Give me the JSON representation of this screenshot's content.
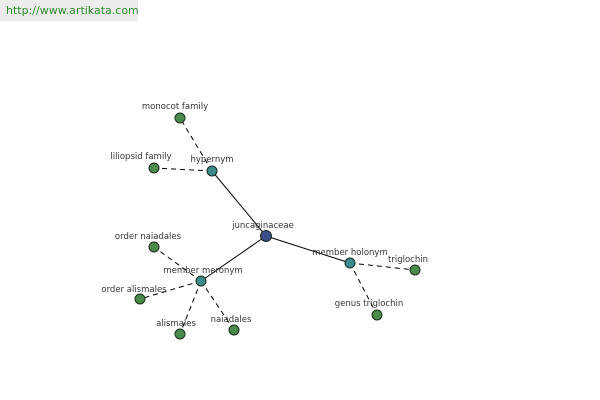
{
  "header": {
    "url_text": "http://www.artikata.com"
  },
  "colors": {
    "center_node": "#3c4e8a",
    "relation_node": "#3d8c8c",
    "leaf_node": "#4a8a4a"
  },
  "graph": {
    "nodes": [
      {
        "id": "juncaginaceae",
        "label": "juncaginaceae",
        "kind": "center"
      },
      {
        "id": "hypernym",
        "label": "hypernym",
        "kind": "relation"
      },
      {
        "id": "member-meronym",
        "label": "member meronym",
        "kind": "relation"
      },
      {
        "id": "member-holonym",
        "label": "member holonym",
        "kind": "relation"
      },
      {
        "id": "monocot-family",
        "label": "monocot family",
        "kind": "leaf"
      },
      {
        "id": "liliopsid-family",
        "label": "liliopsid family",
        "kind": "leaf"
      },
      {
        "id": "order-naiadales",
        "label": "order naiadales",
        "kind": "leaf"
      },
      {
        "id": "order-alismales",
        "label": "order alismales",
        "kind": "leaf"
      },
      {
        "id": "alismales",
        "label": "alismales",
        "kind": "leaf"
      },
      {
        "id": "naiadales",
        "label": "naiadales",
        "kind": "leaf"
      },
      {
        "id": "triglochin",
        "label": "triglochin",
        "kind": "leaf"
      },
      {
        "id": "genus-triglochin",
        "label": "genus triglochin",
        "kind": "leaf"
      }
    ],
    "edges": [
      {
        "from": "juncaginaceae",
        "to": "hypernym",
        "style": "solid"
      },
      {
        "from": "juncaginaceae",
        "to": "member-meronym",
        "style": "solid"
      },
      {
        "from": "juncaginaceae",
        "to": "member-holonym",
        "style": "solid"
      },
      {
        "from": "hypernym",
        "to": "monocot-family",
        "style": "dashed"
      },
      {
        "from": "hypernym",
        "to": "liliopsid-family",
        "style": "dashed"
      },
      {
        "from": "member-meronym",
        "to": "order-naiadales",
        "style": "dashed"
      },
      {
        "from": "member-meronym",
        "to": "order-alismales",
        "style": "dashed"
      },
      {
        "from": "member-meronym",
        "to": "alismales",
        "style": "dashed"
      },
      {
        "from": "member-meronym",
        "to": "naiadales",
        "style": "dashed"
      },
      {
        "from": "member-holonym",
        "to": "triglochin",
        "style": "dashed"
      },
      {
        "from": "member-holonym",
        "to": "genus-triglochin",
        "style": "dashed"
      }
    ]
  }
}
